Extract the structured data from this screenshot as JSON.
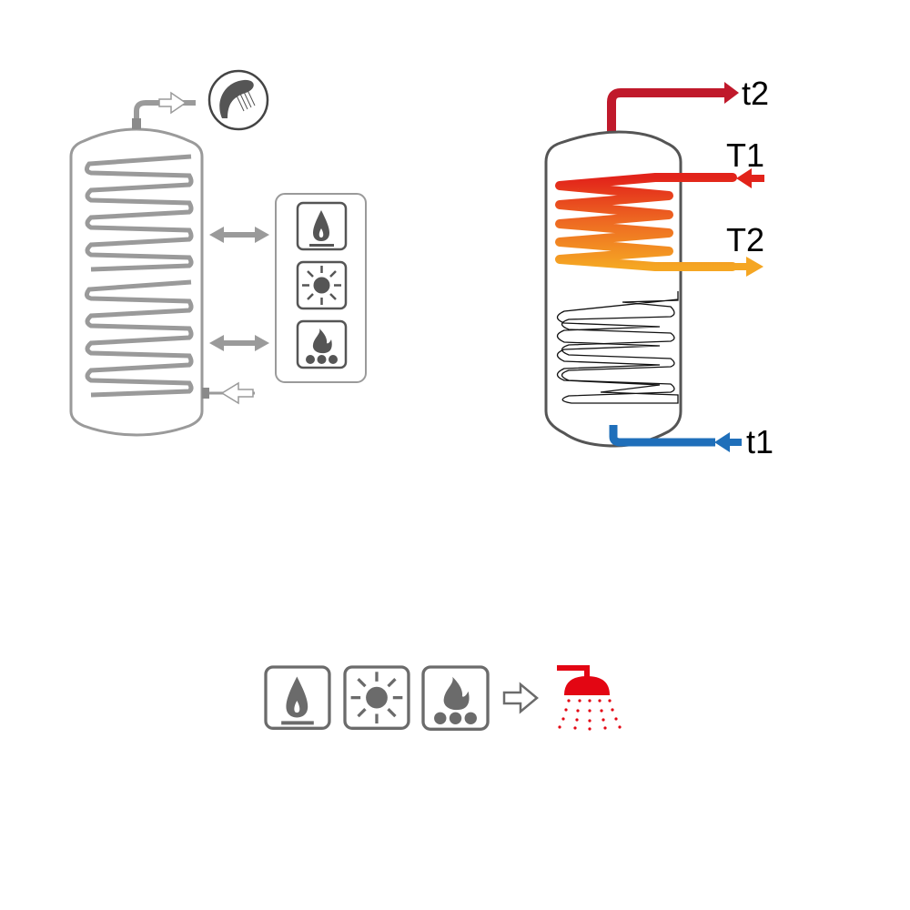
{
  "left_diagram": {
    "icons": [
      "shower-head-icon",
      "gas-flame-icon",
      "sun-icon",
      "solid-fuel-fire-icon"
    ],
    "colors": {
      "stroke": "#9a9a9a",
      "icon": "#6b6b6b"
    }
  },
  "right_diagram": {
    "labels": {
      "t2": "t2",
      "T1": "T1",
      "T2": "T2",
      "t1": "t1"
    },
    "colors": {
      "hot_out": "#c0192b",
      "coil_in": "#e2231a",
      "coil_out": "#f5a623",
      "cold_in": "#1f6fba",
      "tank": "#555555"
    }
  },
  "bottom_row": {
    "icons": [
      "gas-flame-icon",
      "sun-icon",
      "solid-fuel-fire-icon",
      "arrow-right-icon",
      "shower-icon"
    ],
    "colors": {
      "icon": "#6b6b6b",
      "shower": "#e30613"
    }
  }
}
